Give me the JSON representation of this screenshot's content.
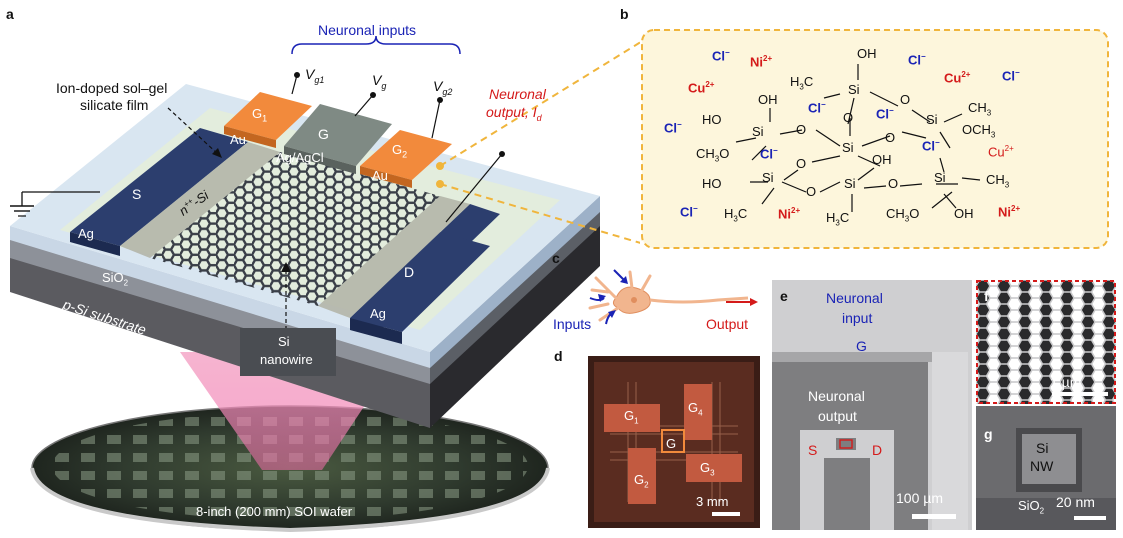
{
  "panel_labels": {
    "a": "a",
    "b": "b",
    "c": "c",
    "d": "d",
    "e": "e",
    "f": "f",
    "g": "g"
  },
  "panel_a": {
    "neuronal_inputs": "Neuronal inputs",
    "vg1": "V",
    "vg1_sub": "g1",
    "vg": "V",
    "vg_sub": "g",
    "vg2": "V",
    "vg2_sub": "g2",
    "neuronal_output_line1": "Neuronal",
    "neuronal_output_line2": "output, I",
    "neuronal_output_sub": "d",
    "film_line1": "Ion-doped sol–gel",
    "film_line2": "silicate film",
    "g1": "G",
    "g1_sub": "1",
    "g": "G",
    "g2": "G",
    "g2_sub": "2",
    "au_left": "Au",
    "au_right": "Au",
    "ag_agcl": "Ag/AgCl",
    "s": "S",
    "d": "D",
    "ag_left": "Ag",
    "ag_right": "Ag",
    "npp_si": "n",
    "npp_sup": "++",
    "npp_rest": "-Si",
    "sio2": "SiO",
    "sio2_sub": "2",
    "psi": "p-Si substrate",
    "si_nw_line1": "Si",
    "si_nw_line2": "nanowire",
    "wafer": "8-inch (200 mm) SOI wafer"
  },
  "panel_b": {
    "cl": "Cl",
    "ni": "Ni",
    "cu": "Cu",
    "si": "Si",
    "o": "O",
    "oh": "OH",
    "ho": "HO",
    "ch3": "CH",
    "h3c": "H",
    "och3": "OCH",
    "ch3o": "CH"
  },
  "panel_c": {
    "inputs": "Inputs",
    "output": "Output"
  },
  "panel_d": {
    "g1": "G",
    "g1_sub": "1",
    "g2": "G",
    "g2_sub": "2",
    "g3": "G",
    "g3_sub": "3",
    "g4": "G",
    "g4_sub": "4",
    "g": "G",
    "scale": "3 mm"
  },
  "panel_e": {
    "input_line1": "Neuronal",
    "input_line2": "input",
    "g": "G",
    "output_line1": "Neuronal",
    "output_line2": "output",
    "s": "S",
    "d": "D",
    "scale": "100 µm"
  },
  "panel_f": {
    "scale": "1 µm"
  },
  "panel_g": {
    "si": "Si",
    "nw": "NW",
    "sio2": "SiO",
    "sio2_sub": "2",
    "scale": "20 nm"
  },
  "colors": {
    "gold": "#f28a3c",
    "navy": "#2c3e6e",
    "blue_text": "#1a23b5",
    "red_text": "#d41a1a",
    "panel_b_bg": "#fdf6dc",
    "panel_b_border": "#f0b53c"
  }
}
